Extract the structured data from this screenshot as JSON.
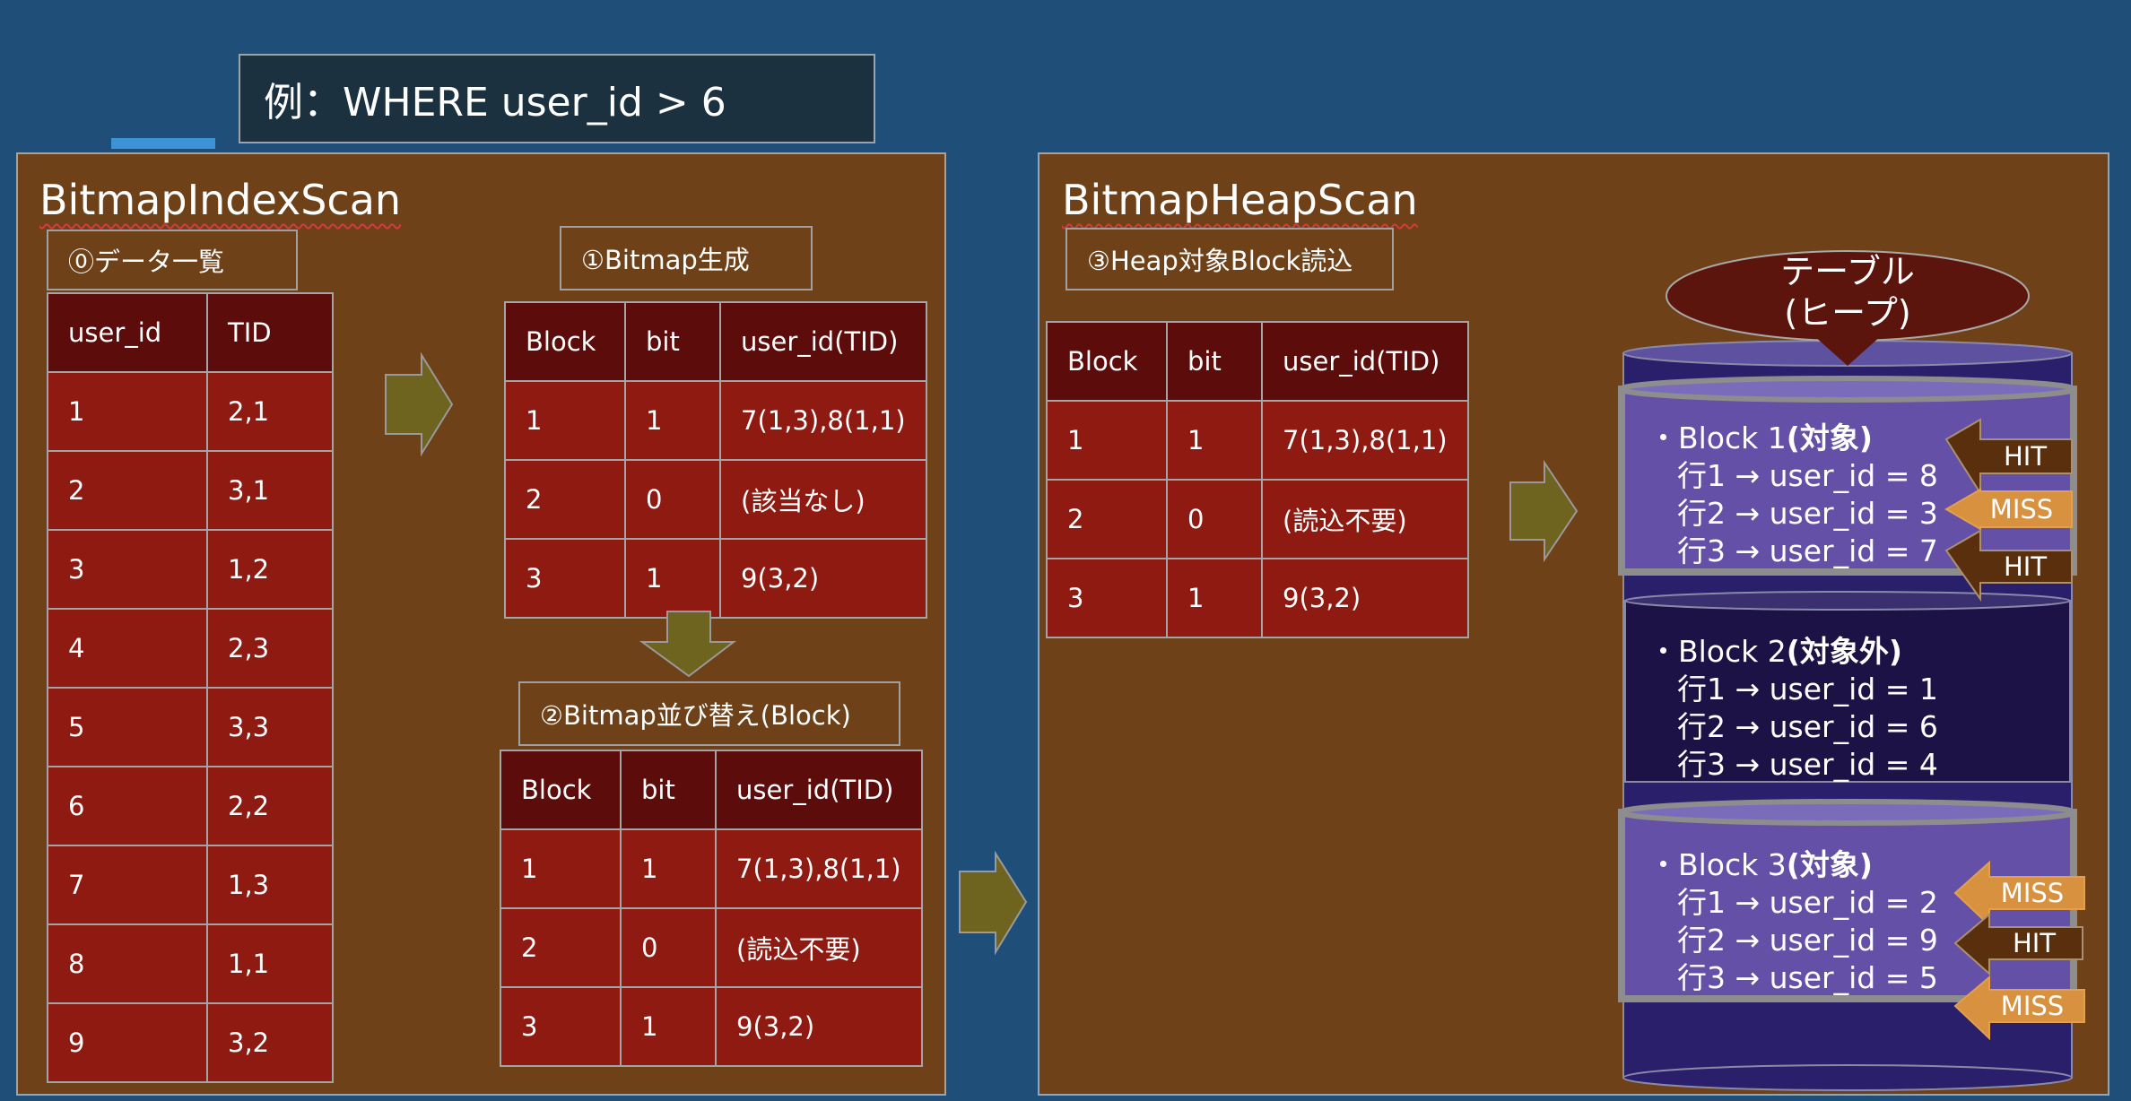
{
  "title": "例：WHERE user_id > 6",
  "left_panel": {
    "title": "BitmapIndexScan",
    "step0": {
      "label": "⓪データ一覧",
      "headers": [
        "user_id",
        "TID"
      ],
      "rows": [
        [
          "1",
          "2,1"
        ],
        [
          "2",
          "3,1"
        ],
        [
          "3",
          "1,2"
        ],
        [
          "4",
          "2,3"
        ],
        [
          "5",
          "3,3"
        ],
        [
          "6",
          "2,2"
        ],
        [
          "7",
          "1,3"
        ],
        [
          "8",
          "1,1"
        ],
        [
          "9",
          "3,2"
        ]
      ]
    },
    "step1": {
      "label": "①Bitmap生成",
      "headers": [
        "Block",
        "bit",
        "user_id(TID)"
      ],
      "rows": [
        [
          "1",
          "1",
          "7(1,3),8(1,1)"
        ],
        [
          "2",
          "0",
          "(該当なし)"
        ],
        [
          "3",
          "1",
          "9(3,2)"
        ]
      ]
    },
    "step2": {
      "label": "②Bitmap並び替え(Block)",
      "headers": [
        "Block",
        "bit",
        "user_id(TID)"
      ],
      "rows": [
        [
          "1",
          "1",
          "7(1,3),8(1,1)"
        ],
        [
          "2",
          "0",
          "(読込不要)"
        ],
        [
          "3",
          "1",
          "9(3,2)"
        ]
      ]
    }
  },
  "right_panel": {
    "title": "BitmapHeapScan",
    "step3": {
      "label": "③Heap対象Block読込",
      "headers": [
        "Block",
        "bit",
        "user_id(TID)"
      ],
      "rows": [
        [
          "1",
          "1",
          "7(1,3),8(1,1)"
        ],
        [
          "2",
          "0",
          "(読込不要)"
        ],
        [
          "3",
          "1",
          "9(3,2)"
        ]
      ]
    },
    "table_label_line1": "テーブル",
    "table_label_line2": "(ヒープ)",
    "blocks": [
      {
        "name": "・Block 1",
        "status": "(対象)",
        "rows": [
          "行1 → user_id = 8",
          "行2 → user_id = 3",
          "行3 → user_id = 7"
        ],
        "tags": [
          "HIT",
          "MISS",
          "HIT"
        ]
      },
      {
        "name": "・Block 2",
        "status": "(対象外)",
        "rows": [
          "行1 → user_id = 1",
          "行2 → user_id = 6",
          "行3 → user_id = 4"
        ]
      },
      {
        "name": "・Block 3",
        "status": "(対象)",
        "rows": [
          "行1 → user_id = 2",
          "行2 → user_id = 9",
          "行3 → user_id = 5"
        ],
        "tags": [
          "MISS",
          "HIT",
          "MISS"
        ]
      }
    ]
  },
  "colors": {
    "background": "#1f4f78",
    "panel": "#6e4118",
    "cell": "#8e1a11",
    "header_cell": "#5c0c0a",
    "arrow": "#6e6420",
    "target_block": "#6450a6",
    "non_target_block": "#1c1246",
    "hit_tag": "#5a2f0e",
    "miss_tag": "#d8913e"
  }
}
